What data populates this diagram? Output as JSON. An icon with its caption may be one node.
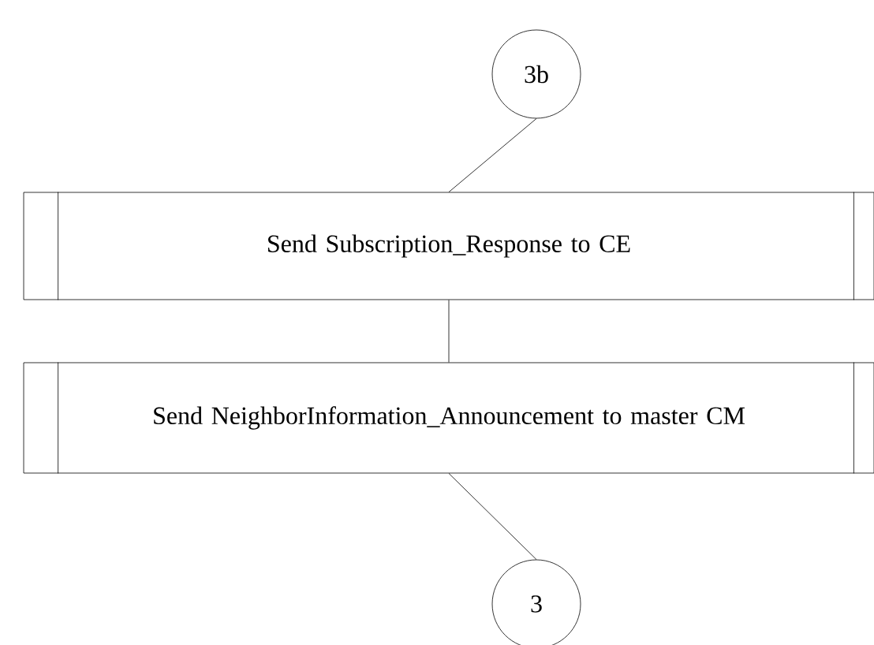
{
  "diagram": {
    "nodes": [
      {
        "text": [
          "3b"
        ]
      },
      {
        "text": [
          "Send Subscription_Response to CE"
        ]
      },
      {
        "text": [
          "Send NeighborInformation_Announcement to master CM"
        ]
      },
      {
        "text": [
          "3"
        ]
      }
    ],
    "edges": [
      {
        "from": 0,
        "to": 1,
        "arrow": "none"
      },
      {
        "from": 1,
        "to": 2,
        "arrow": "none"
      },
      {
        "from": 2,
        "to": 3,
        "arrow": "none"
      }
    ]
  }
}
